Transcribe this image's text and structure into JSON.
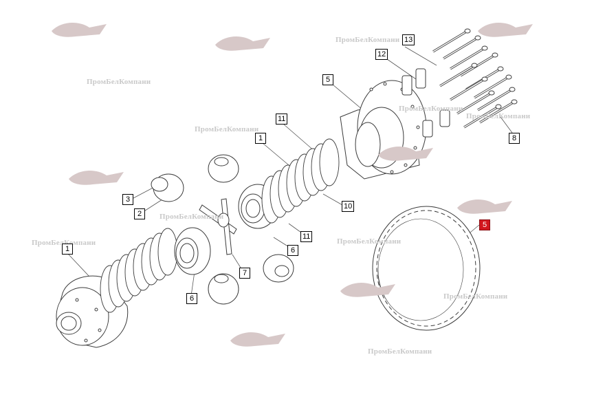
{
  "watermark_text": "ПромБелКомпани",
  "watermarks": [
    {
      "id": "wm-1",
      "text": "ПромБелКомпани"
    },
    {
      "id": "wm-2",
      "text": "ПромБелКомпани"
    },
    {
      "id": "wm-3",
      "text": "ПромБелКомпани"
    },
    {
      "id": "wm-4",
      "text": "ПромБелКомпани"
    },
    {
      "id": "wm-5",
      "text": "ПромБелКомпани"
    },
    {
      "id": "wm-6",
      "text": "ПромБелКомпани"
    },
    {
      "id": "wm-7",
      "text": "ПромБелКомпани"
    },
    {
      "id": "wm-8",
      "text": "ПромБелКомпани"
    },
    {
      "id": "wm-9",
      "text": "ПромБелКомпани"
    },
    {
      "id": "wm-10",
      "text": "ПромБелКомпани"
    }
  ],
  "callouts": [
    {
      "id": "13",
      "label": "13",
      "active": false
    },
    {
      "id": "12",
      "label": "12",
      "active": false
    },
    {
      "id": "5a",
      "label": "5",
      "active": false
    },
    {
      "id": "11a",
      "label": "11",
      "active": false
    },
    {
      "id": "1a",
      "label": "1",
      "active": false
    },
    {
      "id": "8",
      "label": "8",
      "active": false
    },
    {
      "id": "3",
      "label": "3",
      "active": false
    },
    {
      "id": "2",
      "label": "2",
      "active": false
    },
    {
      "id": "10",
      "label": "10",
      "active": false
    },
    {
      "id": "11b",
      "label": "11",
      "active": false
    },
    {
      "id": "5b",
      "label": "5",
      "active": true
    },
    {
      "id": "6a",
      "label": "6",
      "active": false
    },
    {
      "id": "1b",
      "label": "1",
      "active": false
    },
    {
      "id": "7",
      "label": "7",
      "active": false
    },
    {
      "id": "6b",
      "label": "6",
      "active": false
    }
  ],
  "colors": {
    "line": "#3a3a3a",
    "watermark": "#c9c9c9",
    "active_callout": "#d2161e",
    "logo": "#d7c8c8"
  }
}
